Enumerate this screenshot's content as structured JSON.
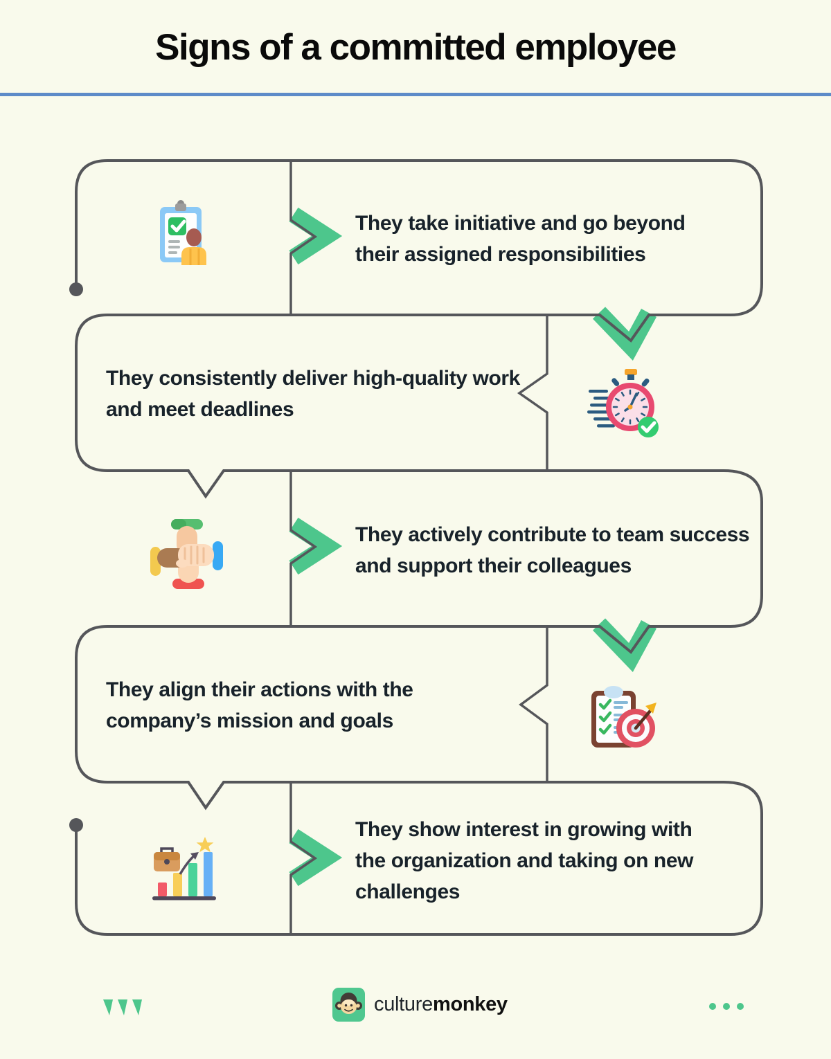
{
  "title": "Signs of a committed employee",
  "colors": {
    "background": "#F9FAEC",
    "outline_gray": "#55565A",
    "accent_green": "#4DC68C",
    "title_rule_blue": "#5D8BC8",
    "body_text": "#18222A"
  },
  "items": [
    {
      "icon": "clipboard-person-icon",
      "text": "They take initiative and go beyond their assigned responsibilities"
    },
    {
      "icon": "stopwatch-icon",
      "text": "They consistently deliver high-quality work and meet deadlines"
    },
    {
      "icon": "team-hands-icon",
      "text": "They actively contribute to team success and support their colleagues"
    },
    {
      "icon": "checklist-target-icon",
      "text": "They align their actions with the company’s mission and goals"
    },
    {
      "icon": "briefcase-growth-icon",
      "text": "They show interest in growing with the organization and taking on new challenges"
    }
  ],
  "footer": {
    "left_mark": "triple-arrows",
    "logo": "culturemonkey-monkey-logo",
    "brand_regular": "culture",
    "brand_bold": "monkey",
    "right_mark": "three-dots"
  }
}
